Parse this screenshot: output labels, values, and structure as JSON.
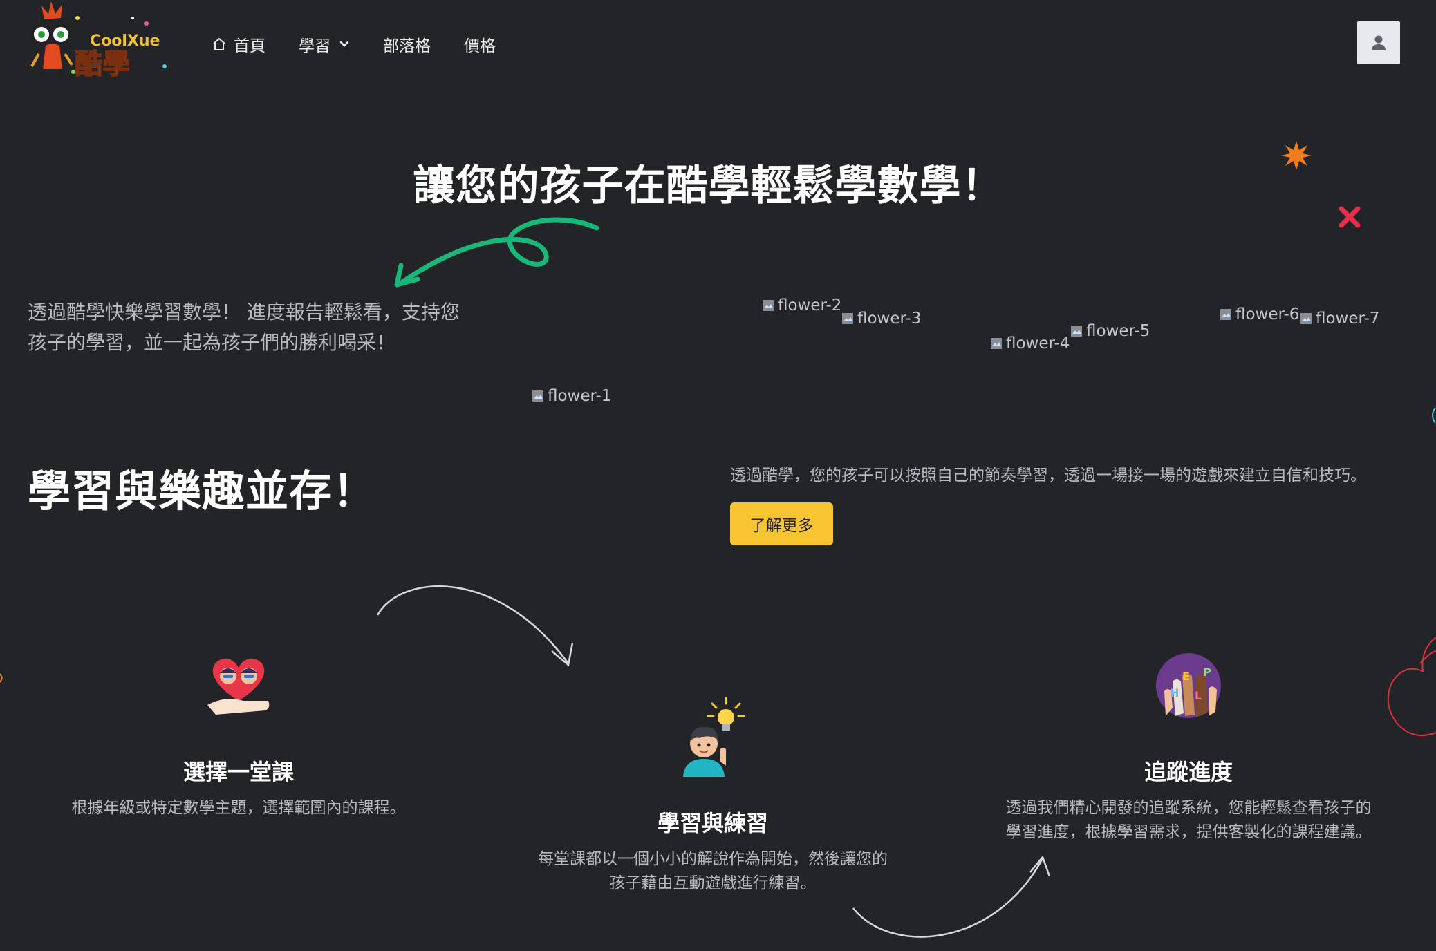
{
  "header": {
    "logo": {
      "brand_en": "CoolXue",
      "brand_zh": "酷學"
    },
    "nav": [
      {
        "label": "首頁",
        "icon": "home-icon"
      },
      {
        "label": "學習",
        "icon": "chevron-down-icon"
      },
      {
        "label": "部落格"
      },
      {
        "label": "價格"
      }
    ],
    "user_icon": "user-icon"
  },
  "hero": {
    "title": "讓您的孩子在酷學輕鬆學數學！",
    "text": "透過酷學快樂學習數學！ 進度報告輕鬆看，支持您孩子的學習，並一起為孩子們的勝利喝采！",
    "broken_images": [
      "flower-1",
      "flower-2",
      "flower-3",
      "flower-4",
      "flower-5",
      "flower-6",
      "flower-7"
    ]
  },
  "section": {
    "title": "學習與樂趣並存！",
    "text": "透過酷學，您的孩子可以按照自己的節奏學習，透過一場接一場的遊戲來建立自信和技巧。",
    "button_label": "了解更多"
  },
  "steps": [
    {
      "icon": "heart-hand-icon",
      "title": "選擇一堂課",
      "text": "根據年級或特定數學主題，選擇範圍內的課程。"
    },
    {
      "icon": "lightbulb-student-icon",
      "title": "學習與練習",
      "text": "每堂課都以一個小小的解說作為開始，然後讓您的孩子藉由互動遊戲進行練習。"
    },
    {
      "icon": "help-hands-icon",
      "title": "追蹤進度",
      "text": "透過我們精心開發的追蹤系統，您能輕鬆查看孩子的學習進度，根據學習需求，提供客製化的課程建議。"
    }
  ],
  "colors": {
    "background": "#232428",
    "accent": "#f7c531",
    "arrow_green": "#17b87a",
    "text_muted": "#b9babd"
  }
}
